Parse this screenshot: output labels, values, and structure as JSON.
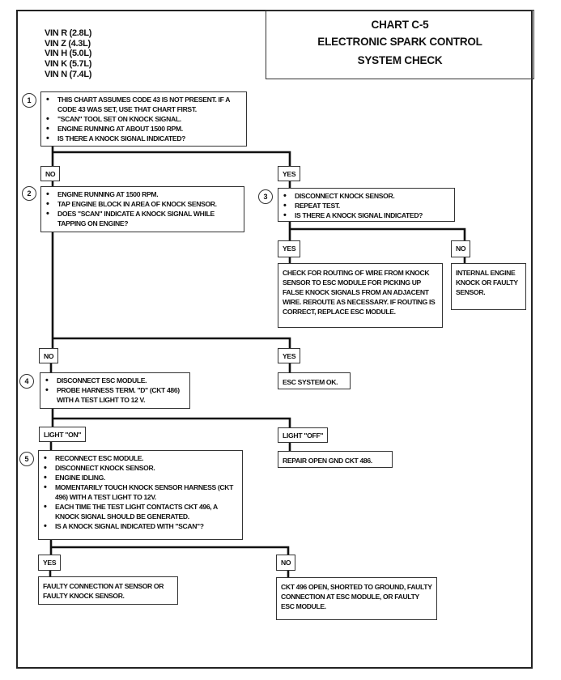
{
  "title": {
    "line1": "CHART C-5",
    "line2": "ELECTRONIC SPARK CONTROL",
    "line3": "SYSTEM CHECK"
  },
  "vins": [
    "VIN R (2.8L)",
    "VIN Z (4.3L)",
    "VIN H (5.0L)",
    "VIN K (5.7L)",
    "VIN N (7.4L)"
  ],
  "steps": {
    "s1": {
      "num": "1",
      "items": [
        "THIS CHART ASSUMES CODE 43 IS NOT PRESENT. IF A CODE 43 WAS SET, USE THAT CHART FIRST.",
        "\"SCAN\" TOOL SET ON KNOCK SIGNAL.",
        "ENGINE RUNNING AT ABOUT 1500 RPM.",
        "IS THERE A KNOCK SIGNAL INDICATED?"
      ]
    },
    "s2": {
      "num": "2",
      "items": [
        "ENGINE RUNNING AT 1500 RPM.",
        "TAP ENGINE BLOCK IN AREA OF KNOCK SENSOR.",
        "DOES \"SCAN\" INDICATE A KNOCK SIGNAL WHILE TAPPING ON ENGINE?"
      ]
    },
    "s3": {
      "num": "3",
      "items": [
        "DISCONNECT KNOCK SENSOR.",
        "REPEAT TEST.",
        "IS THERE A KNOCK SIGNAL INDICATED?"
      ]
    },
    "s4": {
      "num": "4",
      "items": [
        "DISCONNECT ESC MODULE.",
        "PROBE HARNESS TERM. \"D\" (CKT 486) WITH A TEST LIGHT TO 12 V."
      ]
    },
    "s5": {
      "num": "5",
      "items": [
        "RECONNECT ESC MODULE.",
        "DISCONNECT KNOCK SENSOR.",
        "ENGINE IDLING.",
        "MOMENTARILY TOUCH KNOCK SENSOR HARNESS (CKT 496) WITH A TEST LIGHT TO 12V.",
        "EACH TIME THE TEST LIGHT CONTACTS CKT 496, A KNOCK SIGNAL SHOULD BE GENERATED.",
        "IS A KNOCK SIGNAL INDICATED WITH \"SCAN\"?"
      ]
    }
  },
  "labels": {
    "s1_no": "NO",
    "s1_yes": "YES",
    "s3_yes": "YES",
    "s3_no": "NO",
    "s2_no": "NO",
    "s2_yes": "YES",
    "s4_on": "LIGHT \"ON\"",
    "s4_off": "LIGHT \"OFF\"",
    "s5_yes": "YES",
    "s5_no": "NO"
  },
  "results": {
    "s3_yes": "CHECK FOR ROUTING OF WIRE FROM KNOCK SENSOR TO ESC MODULE FOR PICKING UP FALSE KNOCK SIGNALS FROM AN ADJACENT WIRE. REROUTE AS NECESSARY. IF ROUTING IS CORRECT, REPLACE ESC MODULE.",
    "s3_no": "INTERNAL ENGINE KNOCK OR FAULTY SENSOR.",
    "s2_yes": "ESC SYSTEM OK.",
    "s4_off": "REPAIR OPEN GND CKT 486.",
    "s5_yes": "FAULTY CONNECTION AT SENSOR OR FAULTY KNOCK SENSOR.",
    "s5_no": "CKT 496 OPEN, SHORTED TO GROUND, FAULTY CONNECTION AT ESC MODULE, OR FAULTY ESC MODULE."
  }
}
